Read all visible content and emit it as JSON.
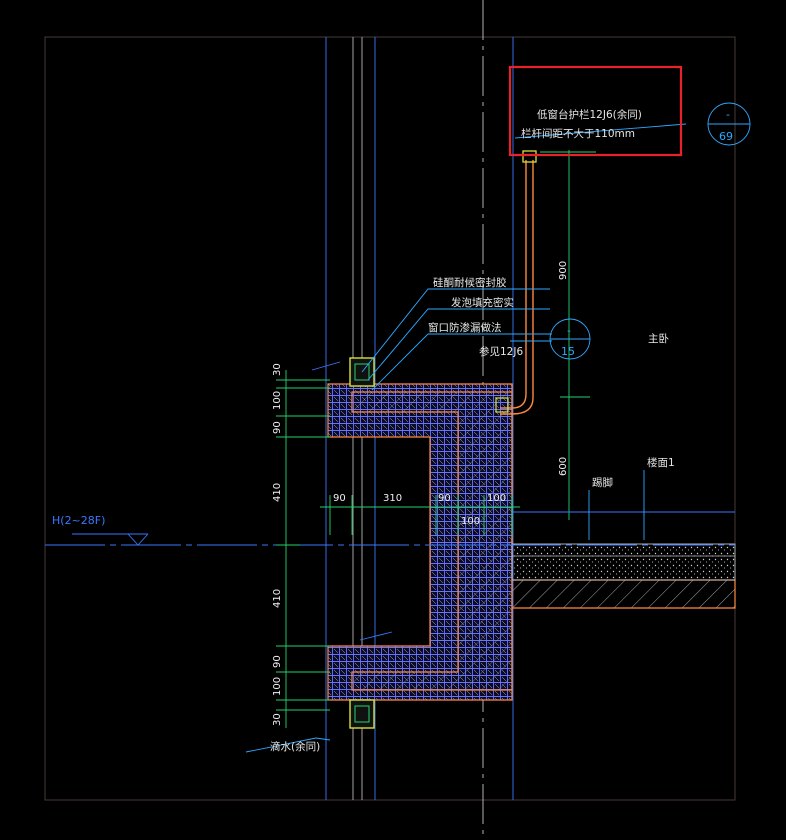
{
  "drawing": {
    "highlight_note": {
      "line1": "低窗台护栏12J6(余同)",
      "line2": "栏杆间距不大于110mm"
    },
    "detail_ref_top": {
      "top": "-",
      "bottom": "69"
    },
    "detail_ref_mid": {
      "top": "-",
      "bottom": "15"
    },
    "notes": {
      "sealant": "硅酮耐候密封胶",
      "foam": "发泡填充密实",
      "leak": "窗口防渗漏做法",
      "see": "参见12J6",
      "drip": "滴水(余同)"
    },
    "room_label": "主卧",
    "floor_label": "楼面1",
    "skirting_label": "踢脚",
    "level_label": "H(2~28F)",
    "dims": {
      "rail_height": "900",
      "sill_height": "600",
      "v30_top": "30",
      "v100_top": "100",
      "v90_top": "90",
      "v410_top": "410",
      "v410_bottom": "410",
      "v90_bottom": "90",
      "v100_bottom": "100",
      "v30_bottom": "30",
      "h90_left": "90",
      "h310": "310",
      "h90_right": "90",
      "h100_a": "100",
      "h100_b": "100"
    },
    "colors": {
      "highlight": "#e8212b",
      "wall_outline": "#ff8a3d",
      "dimension": "#22d46a",
      "annotation_leader": "#2fa8ff",
      "frame": "#4a3838",
      "insulation": "#5c6cff"
    }
  }
}
